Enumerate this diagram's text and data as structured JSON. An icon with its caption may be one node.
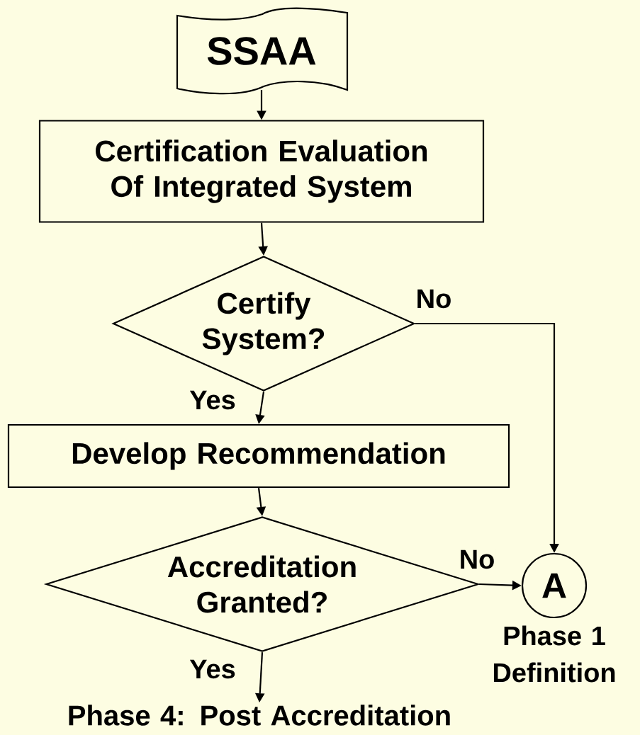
{
  "diagram": {
    "nodes": [
      {
        "text": [
          "SSAA"
        ]
      },
      {
        "text": [
          "Certification Evaluation Of Integrated System"
        ]
      },
      {
        "text": [
          "Certify System?"
        ]
      },
      {
        "text": [
          "Develop Recommendation"
        ]
      },
      {
        "text": [
          "Accreditation Granted?"
        ]
      },
      {
        "text": [
          "A"
        ],
        "beside": [
          "Phase 1 Definition"
        ]
      },
      {
        "text": [
          "Phase 4: Post Accreditation"
        ]
      }
    ],
    "edges": [
      {
        "from": 0,
        "to": 1,
        "arrow": "to"
      },
      {
        "from": 1,
        "to": 2,
        "arrow": "to"
      },
      {
        "from": 2,
        "to": 3,
        "arrow": "to",
        "label": "Yes"
      },
      {
        "from": 2,
        "to": 5,
        "arrow": "to",
        "label": "No"
      },
      {
        "from": 3,
        "to": 4,
        "arrow": "to"
      },
      {
        "from": 4,
        "to": 5,
        "arrow": "to",
        "label": "No"
      },
      {
        "from": 4,
        "to": 6,
        "arrow": "to",
        "label": "Yes"
      }
    ]
  }
}
